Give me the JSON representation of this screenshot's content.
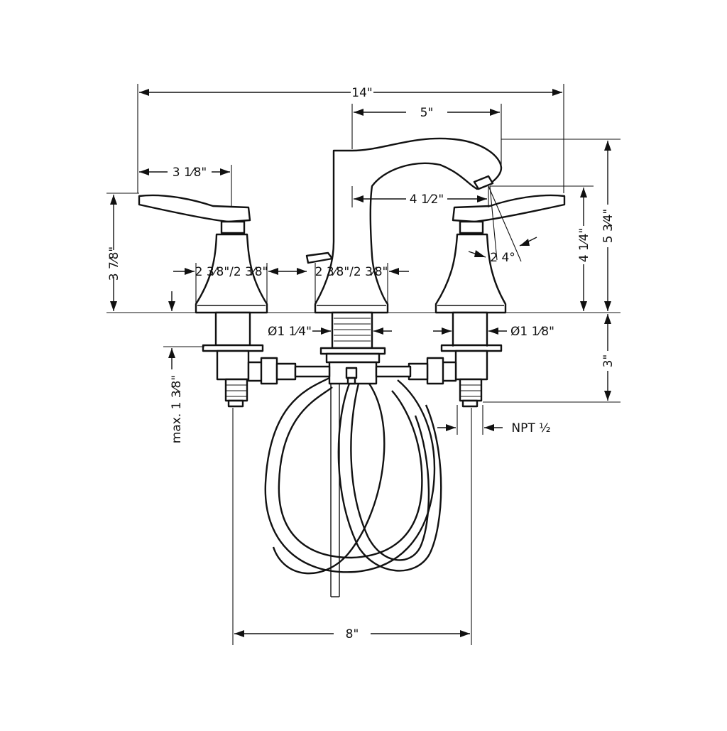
{
  "dimensions": {
    "overall_width": "14\"",
    "spout_reach": "5\"",
    "handle_length": "3 1⁄8\"",
    "spout_inner": "4 1⁄2\"",
    "handle_height": "3 7⁄8\"",
    "spout_outlet_height": "4 1⁄4\"",
    "overall_height": "5 3⁄4\"",
    "below_deck": "3\"",
    "base_left": "2 3⁄8\"/2 3⁄8\"",
    "base_center": "2 3⁄8\"/2 3⁄8\"",
    "spout_angle": "2 4°",
    "center_hole": "Ø1 1⁄4\"",
    "side_hole": "Ø1 1⁄8\"",
    "max_deck": "max. 1 3⁄8\"",
    "connection": "NPT ½",
    "centerset": "8\""
  }
}
